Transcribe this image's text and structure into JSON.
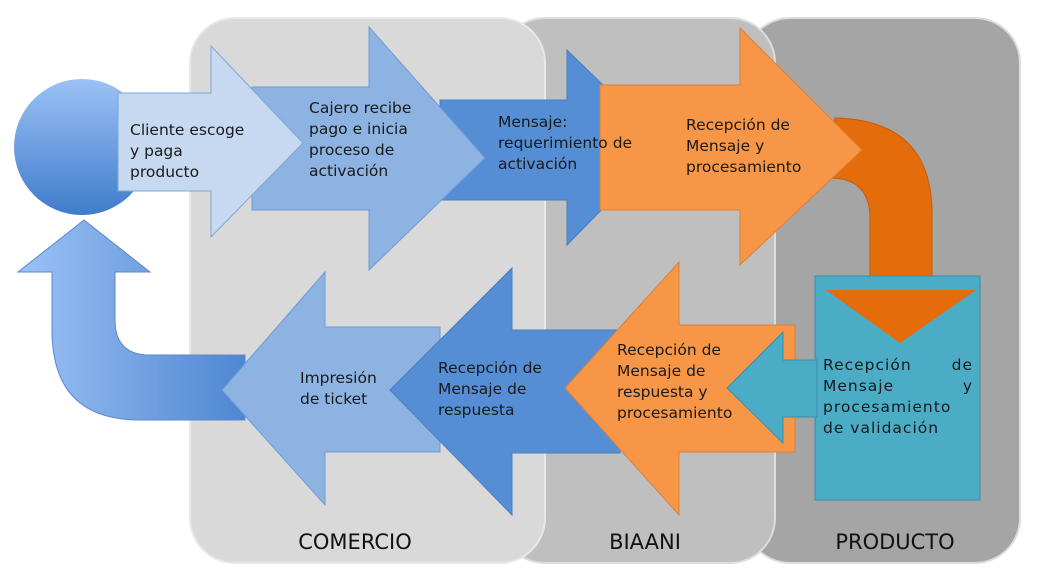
{
  "lanes": [
    {
      "label": "COMERCIO",
      "color": "#d9d9d9"
    },
    {
      "label": "BIAANI",
      "color": "#bfbfbf"
    },
    {
      "label": "PRODUCTO",
      "color": "#a5a5a5"
    }
  ],
  "steps": {
    "s1": "Cliente escoge y paga producto",
    "s2": "Cajero recibe pago e inicia proceso de activación",
    "s3": "Mensaje: requerimiento de activación",
    "s4": "Recepción de Mensaje y procesamiento",
    "s5": "Recepción de Mensaje y procesamiento de validación",
    "s6": "Recepción de Mensaje de respuesta y procesamiento",
    "s7": "Recepción de Mensaje de respuesta",
    "s8": "Impresión de ticket"
  },
  "colors": {
    "light_blue": "#c6d9f1",
    "mid_blue": "#8db3e2",
    "blue": "#558ed5",
    "orange": "#f79646",
    "dark_orange": "#e46c0a",
    "teal": "#4bacc6"
  }
}
